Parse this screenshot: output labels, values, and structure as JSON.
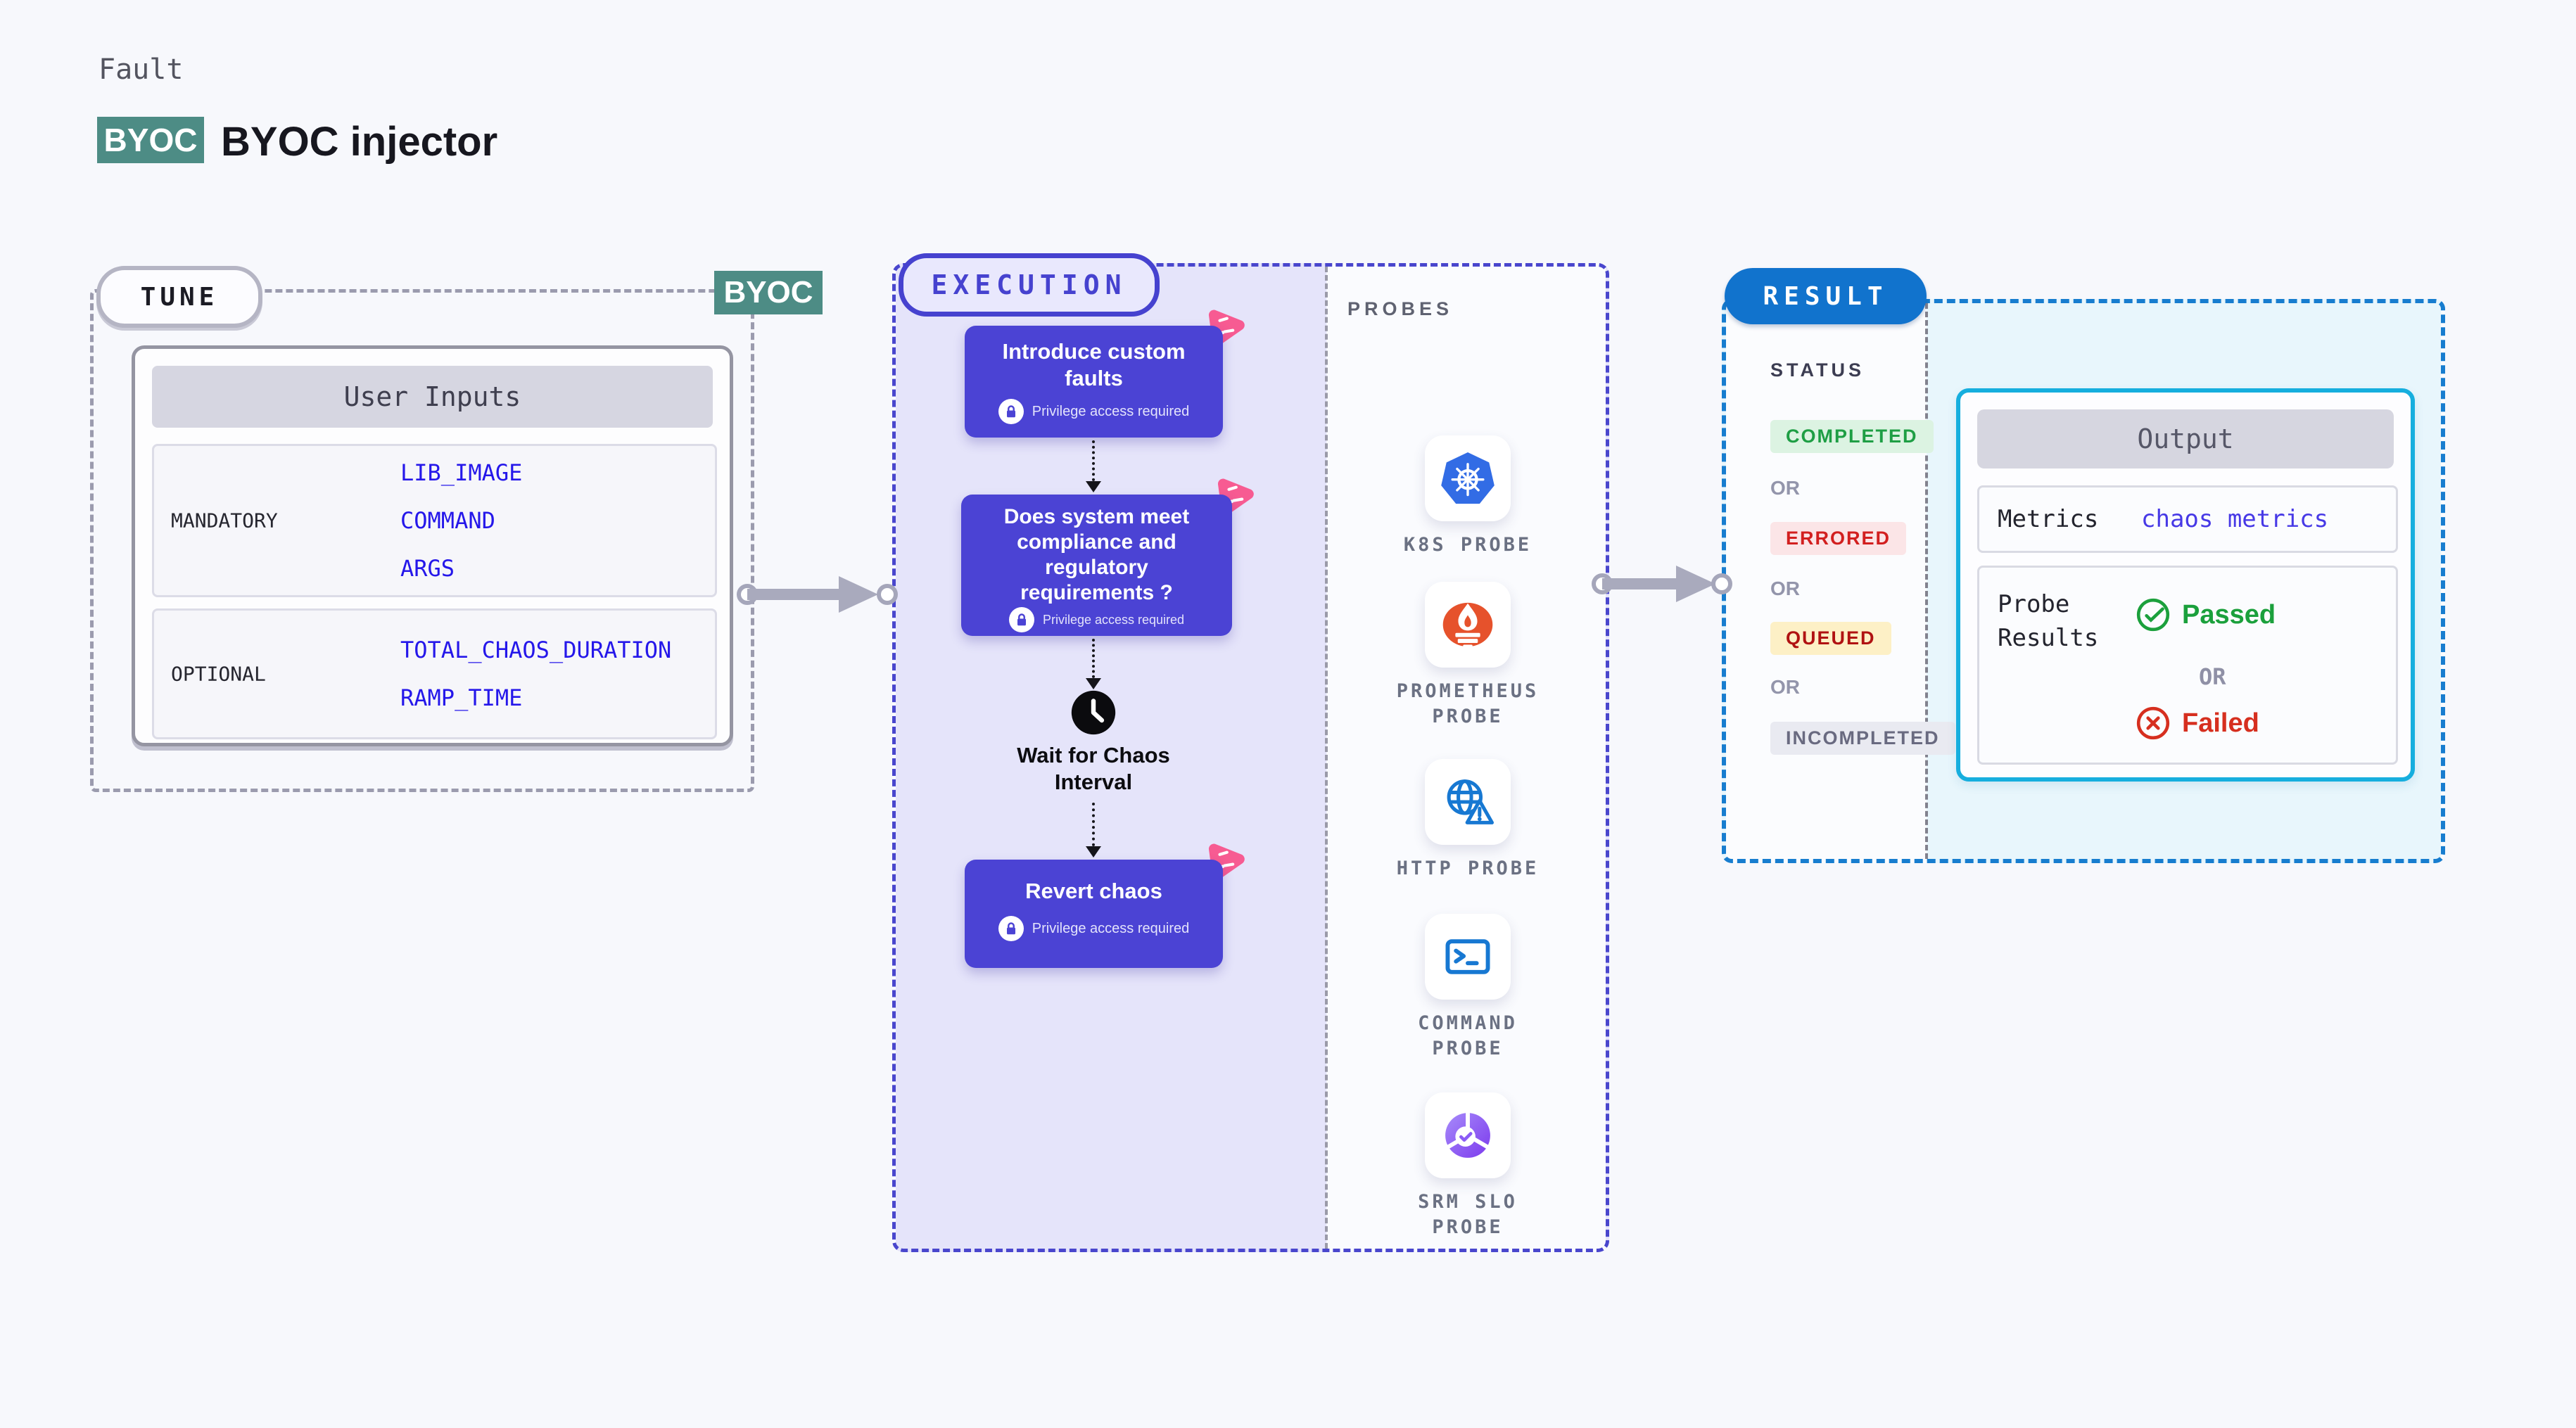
{
  "header": {
    "eyebrow": "Fault",
    "badge": "BYOC",
    "title": "BYOC injector"
  },
  "tune": {
    "label": "TUNE",
    "corner_badge": "BYOC",
    "card_title": "User Inputs",
    "mandatory": {
      "label": "MANDATORY",
      "values": [
        "LIB_IMAGE",
        "COMMAND",
        "ARGS"
      ]
    },
    "optional": {
      "label": "OPTIONAL",
      "values": [
        "TOTAL_CHAOS_DURATION",
        "RAMP_TIME"
      ]
    }
  },
  "execution": {
    "label": "EXECUTION",
    "node1": "Introduce custom faults",
    "node2": "Does system meet compliance and regulatory requirements ?",
    "node3": "Revert chaos",
    "privilege_note": "Privilege access required",
    "wait_label": "Wait for Chaos Interval"
  },
  "probes": {
    "label": "PROBES",
    "items": [
      {
        "name": "K8S PROBE",
        "icon": "kubernetes-icon"
      },
      {
        "name": "PROMETHEUS PROBE",
        "icon": "prometheus-icon"
      },
      {
        "name": "HTTP PROBE",
        "icon": "http-globe-icon"
      },
      {
        "name": "COMMAND PROBE",
        "icon": "terminal-icon"
      },
      {
        "name": "SRM SLO PROBE",
        "icon": "slo-donut-icon"
      }
    ]
  },
  "result": {
    "label": "RESULT",
    "status_label": "STATUS",
    "or": "OR",
    "statuses": [
      {
        "text": "COMPLETED",
        "fg": "#1e9e44",
        "bg": "#dcf3e2"
      },
      {
        "text": "ERRORED",
        "fg": "#d21f1f",
        "bg": "#fbe5e7"
      },
      {
        "text": "QUEUED",
        "fg": "#b01212",
        "bg": "#fdf0c6"
      },
      {
        "text": "INCOMPLETED",
        "fg": "#696a80",
        "bg": "#e9eaf1"
      }
    ],
    "output": {
      "title": "Output",
      "metrics_label": "Metrics",
      "metrics_value": "chaos metrics",
      "probe_results_label": "Probe Results",
      "passed": "Passed",
      "or": "OR",
      "failed": "Failed"
    }
  },
  "colors": {
    "teal_badge": "#4d8c85",
    "indigo_node": "#4b43d4",
    "execution_border": "#4946cd",
    "execution_fill": "#e5e4fa",
    "result_border": "#177dcf",
    "result_pill": "#1173cd",
    "output_border": "#16aede",
    "output_fill": "#e8f6fc",
    "value_blue": "#2517ea",
    "metrics_indigo": "#4739e6",
    "arrow_gray": "#a9aabd",
    "pink_logo": "#f75b92",
    "kubernetes_blue": "#326ce5",
    "prometheus_orange": "#e6522c",
    "passed_green": "#1ba03c",
    "failed_red": "#d62f1f"
  }
}
